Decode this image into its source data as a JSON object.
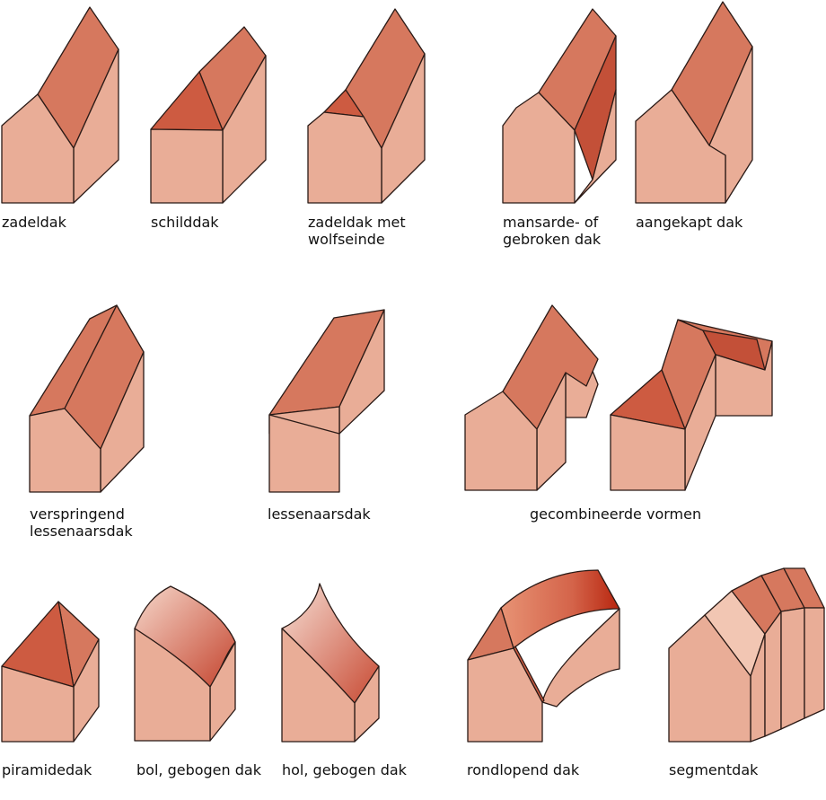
{
  "labels": {
    "zadeldak": "zadeldak",
    "schilddak": "schilddak",
    "zadeldak_wolfseinde_1": "zadeldak met",
    "zadeldak_wolfseinde_2": "wolfseinde",
    "mansarde_1": "mansarde- of",
    "mansarde_2": "gebroken dak",
    "aangekapt": "aangekapt dak",
    "verspringend_1": "verspringend",
    "verspringend_2": "lessenaarsdak",
    "lessenaarsdak": "lessenaarsdak",
    "gecombineerd": "gecombineerde vormen",
    "piramidedak": "piramidedak",
    "bol": "bol, gebogen dak",
    "hol": "hol, gebogen dak",
    "rondlopend": "rondlopend dak",
    "segmentdak": "segmentdak"
  },
  "colors": {
    "wall": "#e9ad97",
    "roof": "#d6785e",
    "hip": "#cd5b41",
    "dark": "#c35038",
    "pale": "#f2c6b3",
    "outline": "#2a1a16"
  }
}
